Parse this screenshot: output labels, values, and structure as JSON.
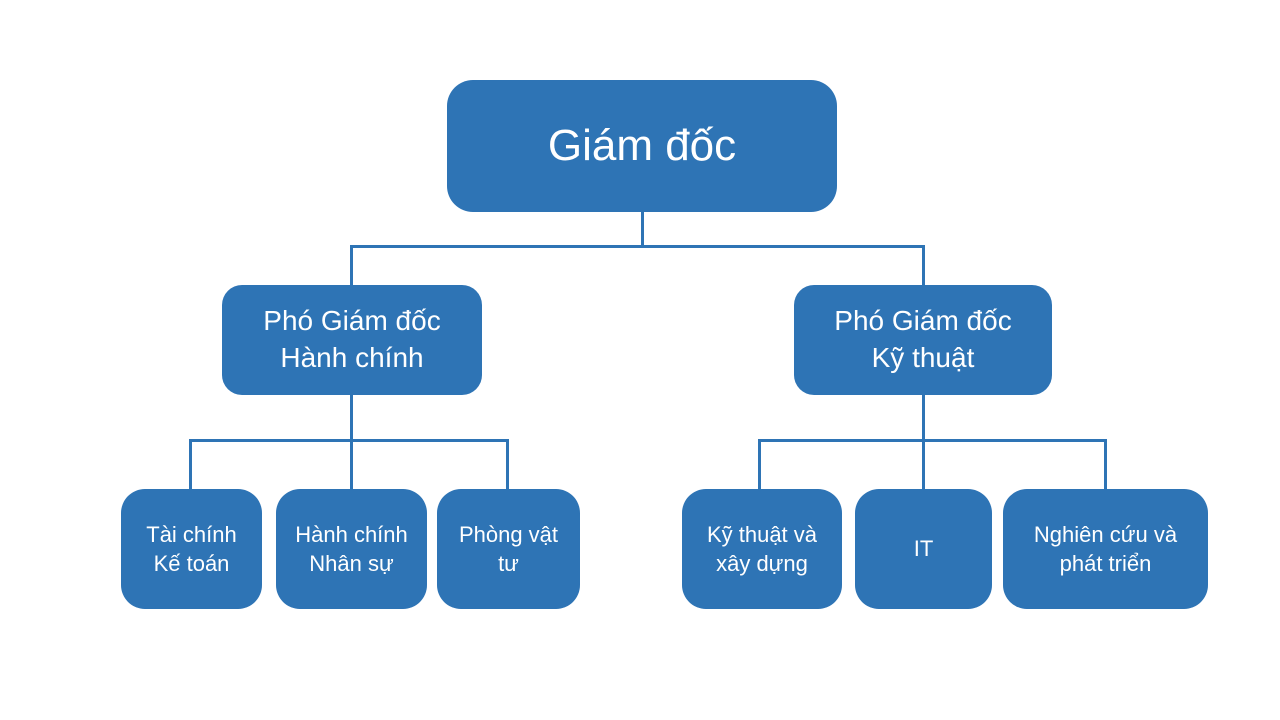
{
  "colors": {
    "node_fill": "#2E74B5",
    "node_text": "#FFFFFF",
    "connector": "#2E74B5",
    "canvas_bg": "#FFFFFF"
  },
  "nodes": {
    "root": {
      "label": "Giám đốc"
    },
    "deputy_admin": {
      "label": "Phó Giám đốc\nHành chính"
    },
    "deputy_tech": {
      "label": "Phó Giám đốc\nKỹ thuật"
    },
    "finance": {
      "label": "Tài chính\nKế toán"
    },
    "hr": {
      "label": "Hành chính\nNhân sự"
    },
    "materials": {
      "label": "Phòng vật\ntư"
    },
    "engineering": {
      "label": "Kỹ thuật và\nxây dựng"
    },
    "it": {
      "label": "IT"
    },
    "rnd": {
      "label": "Nghiên cứu và\nphát triển"
    }
  },
  "hierarchy": {
    "root": "Giám đốc",
    "children": [
      {
        "label": "Phó Giám đốc Hành chính",
        "children": [
          "Tài chính Kế toán",
          "Hành chính Nhân sự",
          "Phòng vật tư"
        ]
      },
      {
        "label": "Phó Giám đốc Kỹ thuật",
        "children": [
          "Kỹ thuật và xây dựng",
          "IT",
          "Nghiên cứu và phát triển"
        ]
      }
    ]
  }
}
